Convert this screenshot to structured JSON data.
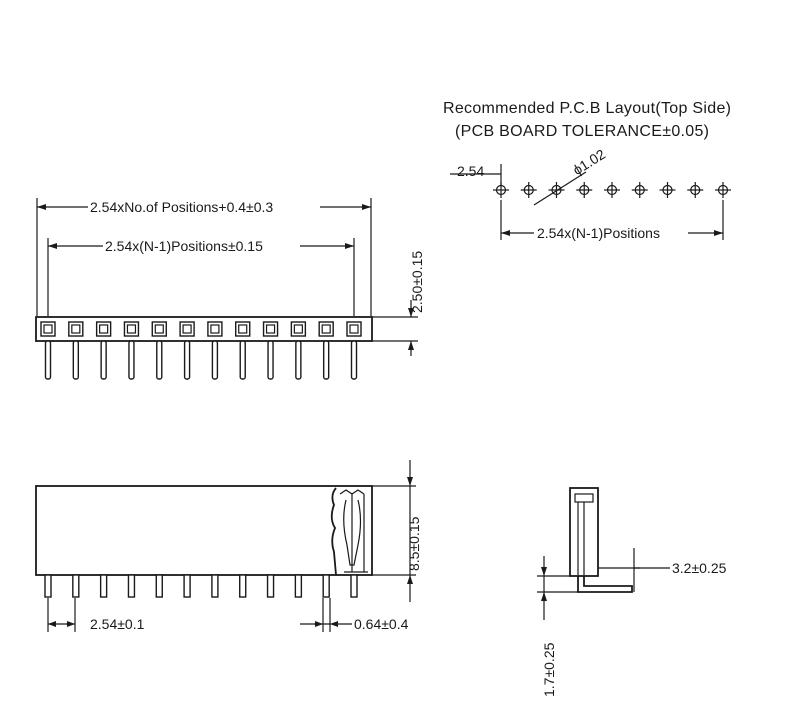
{
  "pcb_layout": {
    "title_line1": "Recommended P.C.B Layout(Top Side)",
    "title_line2": "(PCB BOARD TOLERANCE±0.05)",
    "pitch_label": "2.54",
    "hole_label": "ϕ1.02",
    "span_label": "2.54x(N-1)Positions",
    "hole_count": 9
  },
  "top_view": {
    "overall_label": "2.54xNo.of Positions+0.4±0.3",
    "span_label": "2.54x(N-1)Positions±0.15",
    "height_label": "2.50±0.15",
    "position_count": 12
  },
  "side_view": {
    "pitch_label": "2.54±0.1",
    "pin_width_label": "0.64±0.4",
    "height_label": "8.5±0.15",
    "pin_count": 12
  },
  "end_view": {
    "pin_length_label": "3.2±0.25",
    "offset_label": "1.7±0.25"
  }
}
